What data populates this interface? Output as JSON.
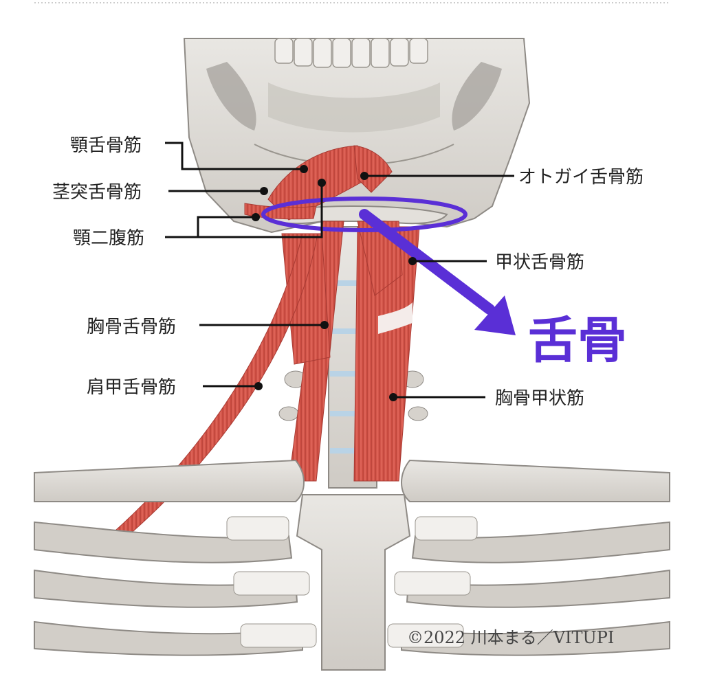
{
  "labels": {
    "mylohyoid": "顎舌骨筋",
    "stylohyoid": "茎突舌骨筋",
    "digastric": "顎二腹筋",
    "sternohyoid": "胸骨舌骨筋",
    "omohyoid": "肩甲舌骨筋",
    "geniohyoid": "オトガイ舌骨筋",
    "thyrohyoid": "甲状舌骨筋",
    "sternothyroid": "胸骨甲状筋",
    "hyoid": "舌骨"
  },
  "copyright": "©2022 川本まる／VITUPI",
  "colors": {
    "bone": "#dedbd6",
    "bone_shadow": "#a9a5a0",
    "muscle": "#d9564a",
    "muscle_dark": "#a83a33",
    "cartilage": "#b9d3e6",
    "highlight": "#5a2fd6"
  }
}
